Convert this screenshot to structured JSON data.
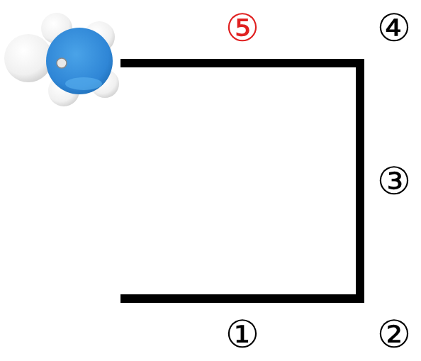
{
  "diagram": {
    "labels": [
      "⑤",
      "④",
      "③",
      "①",
      "②"
    ]
  }
}
